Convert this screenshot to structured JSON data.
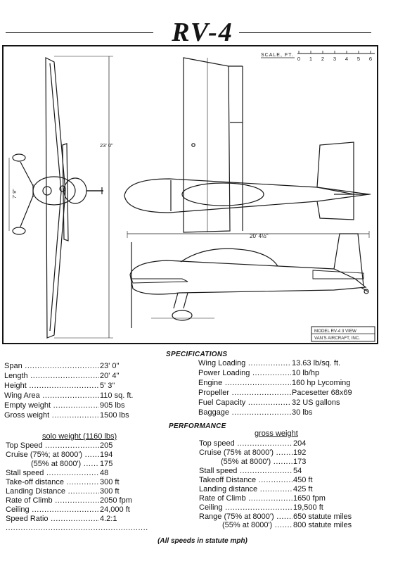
{
  "title": "RV-4",
  "drawing": {
    "scale_label": "SCALE, FT.",
    "scale_ticks": [
      "0",
      "1",
      "2",
      "3",
      "4",
      "5",
      "6"
    ],
    "span_dim": "23' 0\"",
    "gear_dim": "7' 9\"",
    "length_dim": "20' 4½\"",
    "title_block_line1": "MODEL RV-4  3 VIEW",
    "title_block_line2": "VAN'S AIRCRAFT, INC."
  },
  "specifications": {
    "heading": "SPECIFICATIONS",
    "left": [
      {
        "label": "Span",
        "value": "23' 0\""
      },
      {
        "label": "Length",
        "value": "20' 4\""
      },
      {
        "label": "Height",
        "value": "5' 3\""
      },
      {
        "label": "Wing Area",
        "value": "110 sq. ft."
      },
      {
        "label": "Empty weight",
        "value": "905 lbs"
      },
      {
        "label": "Gross weight",
        "value": "1500 lbs"
      }
    ],
    "right": [
      {
        "label": "Wing Loading",
        "value": "13.63 lb/sq. ft."
      },
      {
        "label": "Power Loading",
        "value": "10 lb/hp"
      },
      {
        "label": "Engine",
        "value": "160 hp Lycoming"
      },
      {
        "label": "Propeller",
        "value": "Pacesetter 68x69"
      },
      {
        "label": "Fuel Capacity",
        "value": "32 US gallons"
      },
      {
        "label": "Baggage",
        "value": "30 lbs"
      }
    ]
  },
  "performance": {
    "heading": "PERFORMANCE",
    "solo_heading": "solo weight (1160 lbs)",
    "gross_heading": "gross weight",
    "solo": [
      {
        "label": "Top Speed",
        "value": "205"
      },
      {
        "label": "Cruise (75%; at 8000')",
        "value": "194"
      },
      {
        "label": "(55% at 8000')",
        "value": "175"
      },
      {
        "label": "Stall speed",
        "value": "48"
      },
      {
        "label": "Take-off distance",
        "value": "300 ft"
      },
      {
        "label": "Landing Distance",
        "value": "300 ft"
      },
      {
        "label": "Rate of Climb",
        "value": "2050 fpm"
      },
      {
        "label": "Ceiling",
        "value": "24,000 ft"
      },
      {
        "label": "Speed Ratio",
        "value": "4.2:1"
      }
    ],
    "gross": [
      {
        "label": "Top speed",
        "value": "204"
      },
      {
        "label": "Cruise (75% at 8000')",
        "value": "192"
      },
      {
        "label": "(55% at 8000')",
        "value": "173"
      },
      {
        "label": "Stall speed",
        "value": "54"
      },
      {
        "label": "Takeoff Distance",
        "value": "450 ft"
      },
      {
        "label": "Landing distance",
        "value": "425 ft"
      },
      {
        "label": "Rate of Climb",
        "value": "1650 fpm"
      },
      {
        "label": "Ceiling",
        "value": "19,500 ft"
      },
      {
        "label": "Range (75% at 8000')",
        "value": "650 statute miles"
      },
      {
        "label": "(55% at 8000')",
        "value": "800 statute miles"
      }
    ]
  },
  "footnote": "(All speeds in statute mph)"
}
